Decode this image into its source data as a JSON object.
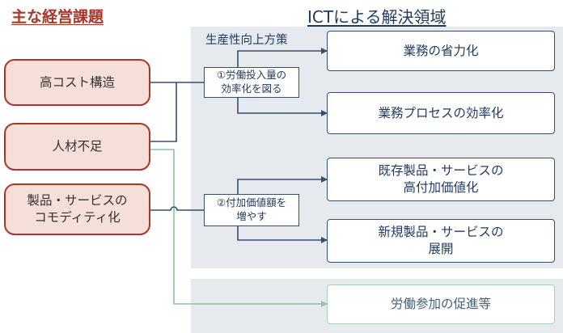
{
  "headings": {
    "issues": "主な経営課題",
    "solutions": "ICTによる解決領域"
  },
  "panel": {
    "label": "生産性向上方策"
  },
  "issues": [
    "高コスト構造",
    "人材不足",
    "製品・サービスの\nコモディティ化"
  ],
  "measures": [
    "①労働投入量の\n効率化を図る",
    "②付加価値額を\n増やす"
  ],
  "solutions": [
    "業務の省力化",
    "業務プロセスの効率化",
    "既存製品・サービスの\n高付加価値化",
    "新規製品・サービスの\n展開",
    "労働参加の促進等"
  ],
  "colors": {
    "issue_border": "#a8362a",
    "issue_fill": "#f7dfd9",
    "navy": "#1f3a5f",
    "green_line": "#8cc3a0",
    "panel_bg": "#e6eaef"
  }
}
